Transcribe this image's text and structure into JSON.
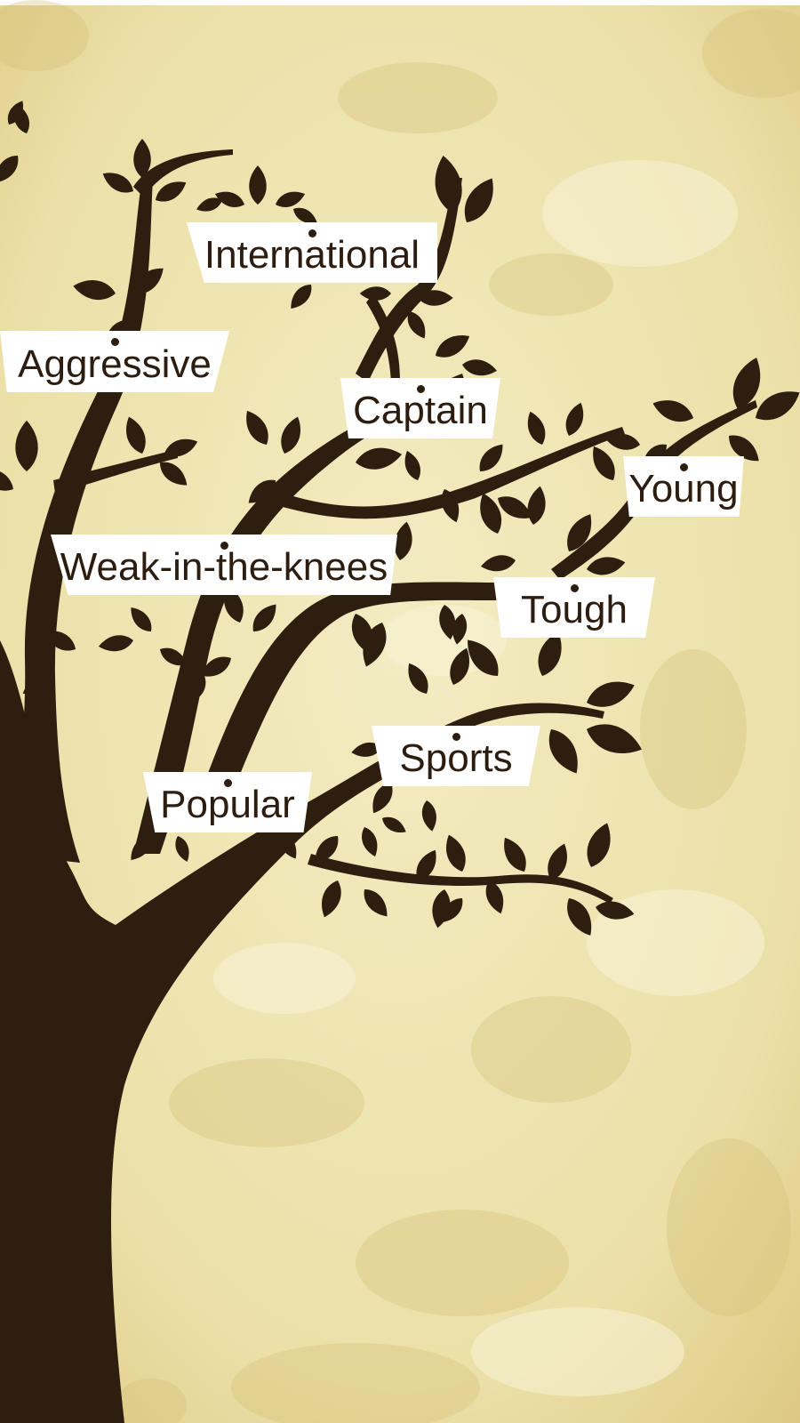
{
  "tags": {
    "international": "International",
    "aggressive": "Aggressive",
    "captain": "Captain",
    "young": "Young",
    "weak_in_the_knees": "Weak-in-the-knees",
    "tough": "Tough",
    "sports": "Sports",
    "popular": "Popular"
  },
  "colors": {
    "tree": "#2e1e10",
    "parchment_light": "#f3ecc2",
    "parchment_dark": "#dcc882",
    "tag_background": "#ffffff",
    "tag_text": "#2c1d10"
  },
  "icons": {
    "tree": "tree-silhouette-icon"
  }
}
